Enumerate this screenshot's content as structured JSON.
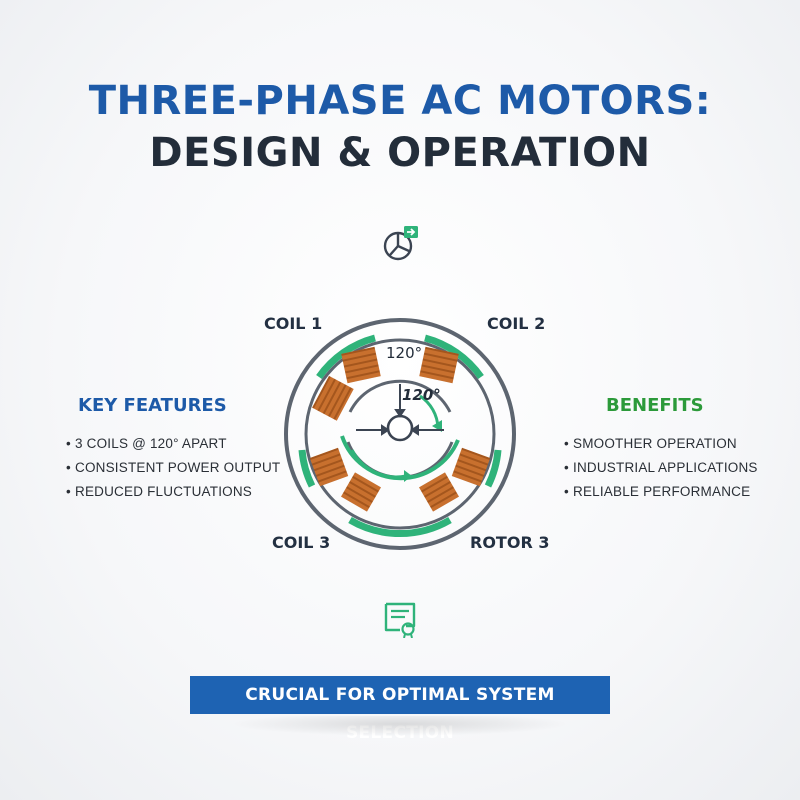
{
  "header": {
    "title_line1": "THREE-PHASE AC MOTORS:",
    "title_line2": "DESIGN & OPERATION"
  },
  "icons": {
    "top": "pie-chart-export-icon",
    "bottom": "certificate-document-icon"
  },
  "diagram": {
    "labels": {
      "coil1": "COIL 1",
      "coil2": "COIL 2",
      "coil3": "COIL 3",
      "rotor3": "ROTOR 3"
    },
    "angle_outer": "120°",
    "angle_inner": "120°"
  },
  "key_features": {
    "title": "KEY FEATURES",
    "items": [
      "3 COILS @ 120° APART",
      "CONSISTENT POWER OUTPUT",
      "REDUCED FLUCTUATIONS"
    ]
  },
  "benefits": {
    "title": "BENEFITS",
    "items": [
      "SMOOTHER OPERATION",
      "INDUSTRIAL APPLICATIONS",
      "RELIABLE PERFORMANCE"
    ]
  },
  "footer": {
    "banner_text": "CRUCIAL FOR OPTIMAL SYSTEM SELECTION"
  },
  "colors": {
    "title_blue": "#1d5aa8",
    "title_dark": "#232d3a",
    "accent_green": "#2fb37a",
    "benefits_green": "#2c9a3a",
    "coil_copper": "#c8702e",
    "banner_blue": "#1e63b3"
  }
}
